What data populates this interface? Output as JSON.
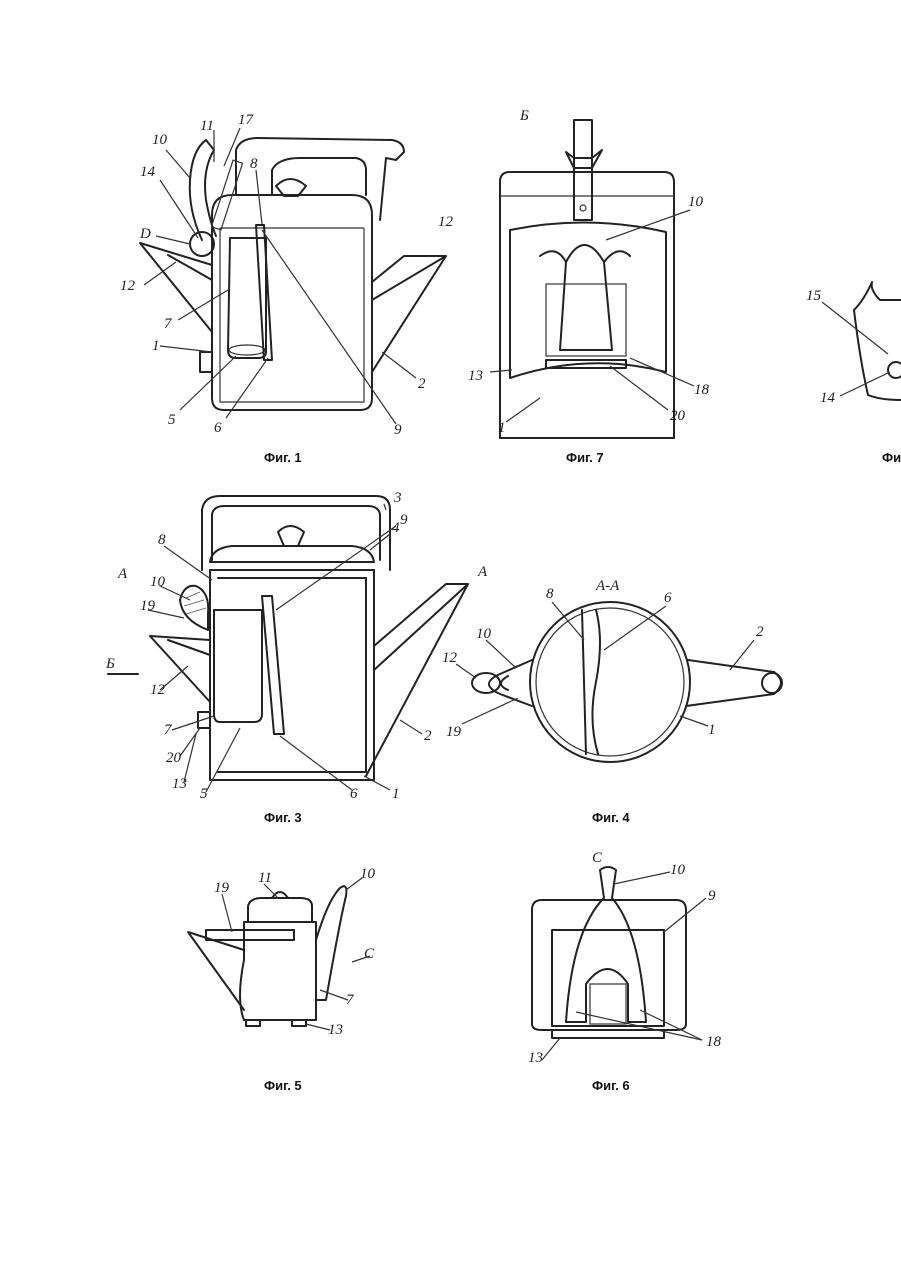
{
  "figures": {
    "fig1": {
      "caption": "Фиг. 1",
      "labels": [
        {
          "id": "l10",
          "text": "10"
        },
        {
          "id": "l11",
          "text": "11"
        },
        {
          "id": "l17",
          "text": "17"
        },
        {
          "id": "l14",
          "text": "14"
        },
        {
          "id": "l8",
          "text": "8"
        },
        {
          "id": "lD",
          "text": "D"
        },
        {
          "id": "l12",
          "text": "12"
        },
        {
          "id": "l7",
          "text": "7"
        },
        {
          "id": "l1",
          "text": "1"
        },
        {
          "id": "l5",
          "text": "5"
        },
        {
          "id": "l6",
          "text": "6"
        },
        {
          "id": "l9",
          "text": "9"
        },
        {
          "id": "l2",
          "text": "2"
        },
        {
          "id": "l12b",
          "text": "12"
        }
      ]
    },
    "fig7": {
      "caption": "Фиг. 7",
      "view_letter": "Б",
      "labels": [
        {
          "id": "l10",
          "text": "10"
        },
        {
          "id": "l13",
          "text": "13"
        },
        {
          "id": "l18",
          "text": "18"
        },
        {
          "id": "l20",
          "text": "20"
        },
        {
          "id": "l1",
          "text": "1"
        }
      ]
    },
    "fig8": {
      "caption": "Фи",
      "labels": [
        {
          "id": "l15",
          "text": "15"
        },
        {
          "id": "l14",
          "text": "14"
        }
      ]
    },
    "fig3": {
      "caption": "Фиг. 3",
      "labels": [
        {
          "id": "l3",
          "text": "3"
        },
        {
          "id": "l4",
          "text": "4"
        },
        {
          "id": "l8",
          "text": "8"
        },
        {
          "id": "l9",
          "text": "9"
        },
        {
          "id": "l10",
          "text": "10"
        },
        {
          "id": "l19",
          "text": "19"
        },
        {
          "id": "lB",
          "text": "Б"
        },
        {
          "id": "l12",
          "text": "12"
        },
        {
          "id": "l7",
          "text": "7"
        },
        {
          "id": "l20",
          "text": "20"
        },
        {
          "id": "l13",
          "text": "13"
        },
        {
          "id": "l5",
          "text": "5"
        },
        {
          "id": "l6",
          "text": "6"
        },
        {
          "id": "l1",
          "text": "1"
        },
        {
          "id": "l2",
          "text": "2"
        },
        {
          "id": "lA1",
          "text": "A"
        },
        {
          "id": "lA2",
          "text": "A"
        }
      ]
    },
    "fig4": {
      "caption": "Фиг. 4",
      "section": "A-A",
      "labels": [
        {
          "id": "l8",
          "text": "8"
        },
        {
          "id": "l6",
          "text": "6"
        },
        {
          "id": "l2",
          "text": "2"
        },
        {
          "id": "l10",
          "text": "10"
        },
        {
          "id": "l12",
          "text": "12"
        },
        {
          "id": "l19",
          "text": "19"
        },
        {
          "id": "l1",
          "text": "1"
        }
      ]
    },
    "fig5": {
      "caption": "Фиг. 5",
      "labels": [
        {
          "id": "l11",
          "text": "11"
        },
        {
          "id": "l10",
          "text": "10"
        },
        {
          "id": "l19",
          "text": "19"
        },
        {
          "id": "lC",
          "text": "C"
        },
        {
          "id": "l7",
          "text": "7"
        },
        {
          "id": "l13",
          "text": "13"
        }
      ]
    },
    "fig6": {
      "caption": "Фиг. 6",
      "view_letter": "C",
      "labels": [
        {
          "id": "l10",
          "text": "10"
        },
        {
          "id": "l9",
          "text": "9"
        },
        {
          "id": "l13",
          "text": "13"
        },
        {
          "id": "l18",
          "text": "18"
        }
      ]
    }
  }
}
